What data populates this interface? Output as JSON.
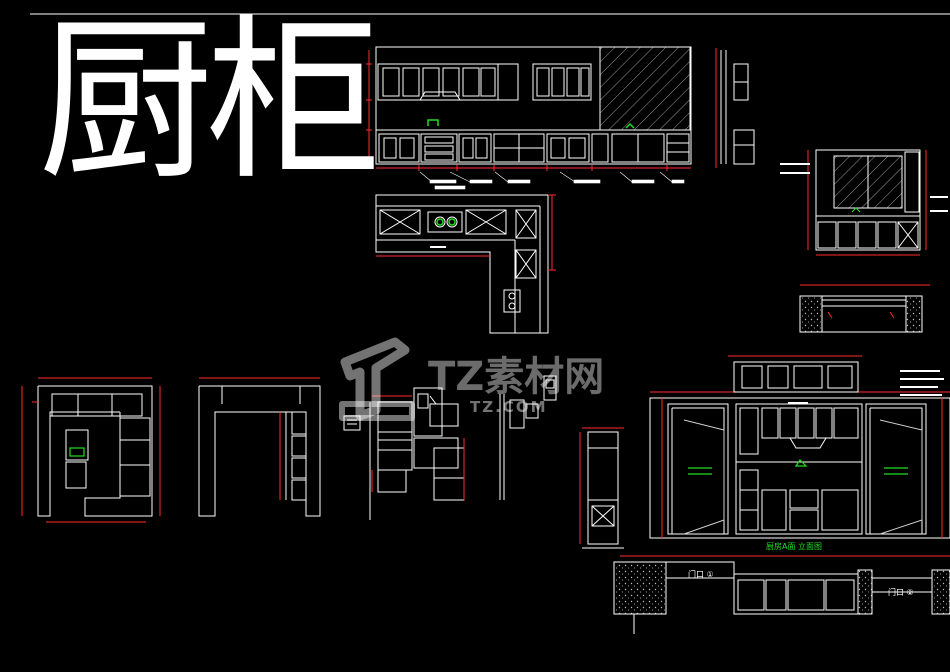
{
  "sheet": {
    "title": "厨柜",
    "colors": {
      "background": "#000000",
      "line": "#ffffff",
      "dimension": "#ff2b2b",
      "accent": "#22dd22",
      "hatch": "#9a9a9a"
    }
  },
  "watermark": {
    "text": "TZ素材网",
    "url": "TZ.COM",
    "logo_icon": "tz-logo-icon"
  },
  "labels": {
    "elevation_a": "厨房A面 立面图",
    "door_left": "门口 ①",
    "door_right": "门口 ②"
  }
}
